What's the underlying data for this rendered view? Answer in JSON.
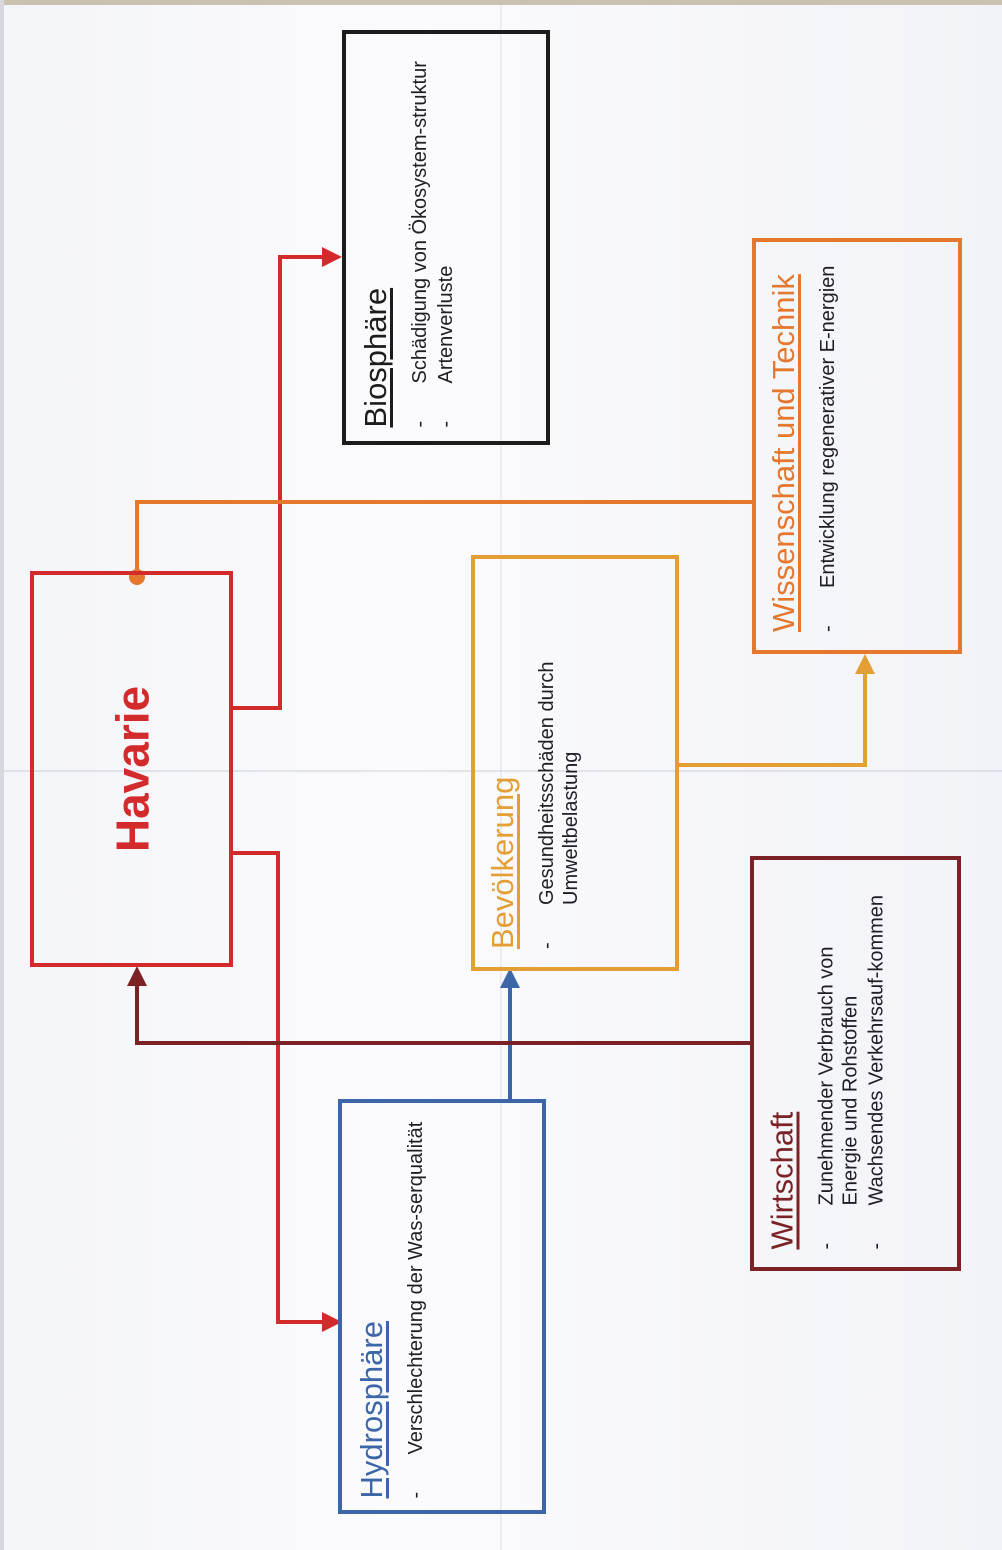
{
  "colors": {
    "havarie": "#d32b2b",
    "biosphaere": "#1c1c1c",
    "hydrosphaere": "#3c66a8",
    "bevoelkerung": "#e39e35",
    "wissenschaft": "#e5782d",
    "wirtschaft": "#7a2226"
  },
  "havarie": {
    "title": "Havarie"
  },
  "biosphaere": {
    "title": "Biosphäre",
    "items": [
      {
        "bullet": "-",
        "text": "Schädigung von Ökosystem-struktur"
      },
      {
        "bullet": "-",
        "text": "Artenverluste"
      }
    ]
  },
  "wissenschaft": {
    "title": "Wissenschaft und Technik",
    "items": [
      {
        "bullet": "-",
        "text": "Entwicklung regenerativer E-nergien"
      }
    ]
  },
  "bevoelkerung": {
    "title": "Bevölkerung",
    "items": [
      {
        "bullet": "-",
        "text": "Gesundheitsschäden durch Umweltbelastung"
      }
    ]
  },
  "wirtschaft": {
    "title": "Wirtschaft",
    "items": [
      {
        "bullet": "-",
        "text": "Zunehmender Verbrauch von Energie und Rohstoffen"
      },
      {
        "bullet": "-",
        "text": "Wachsendes Verkehrsauf-kommen"
      }
    ]
  },
  "hydrosphaere": {
    "title": "Hydrosphäre",
    "items": [
      {
        "bullet": "-",
        "text": "Verschlechterung der Was-serqualität"
      }
    ]
  }
}
